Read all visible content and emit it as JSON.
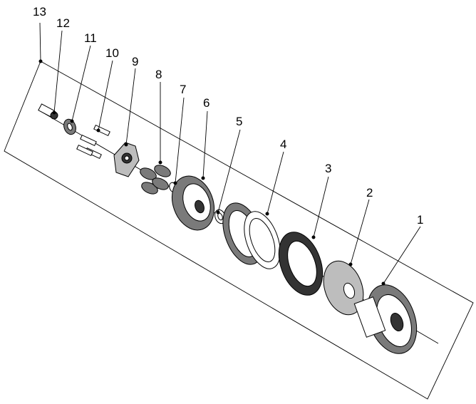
{
  "callouts": [
    {
      "id": "1",
      "text": "1"
    },
    {
      "id": "2",
      "text": "2"
    },
    {
      "id": "3",
      "text": "3"
    },
    {
      "id": "4",
      "text": "4"
    },
    {
      "id": "5",
      "text": "5"
    },
    {
      "id": "6",
      "text": "6"
    },
    {
      "id": "7",
      "text": "7"
    },
    {
      "id": "8",
      "text": "8"
    },
    {
      "id": "9",
      "text": "9"
    },
    {
      "id": "10",
      "text": "10"
    },
    {
      "id": "11",
      "text": "11"
    },
    {
      "id": "12",
      "text": "12"
    },
    {
      "id": "13",
      "text": "13"
    }
  ],
  "colors": {
    "line": "#000000",
    "background": "#ffffff",
    "shade": "#7a7a7a"
  }
}
